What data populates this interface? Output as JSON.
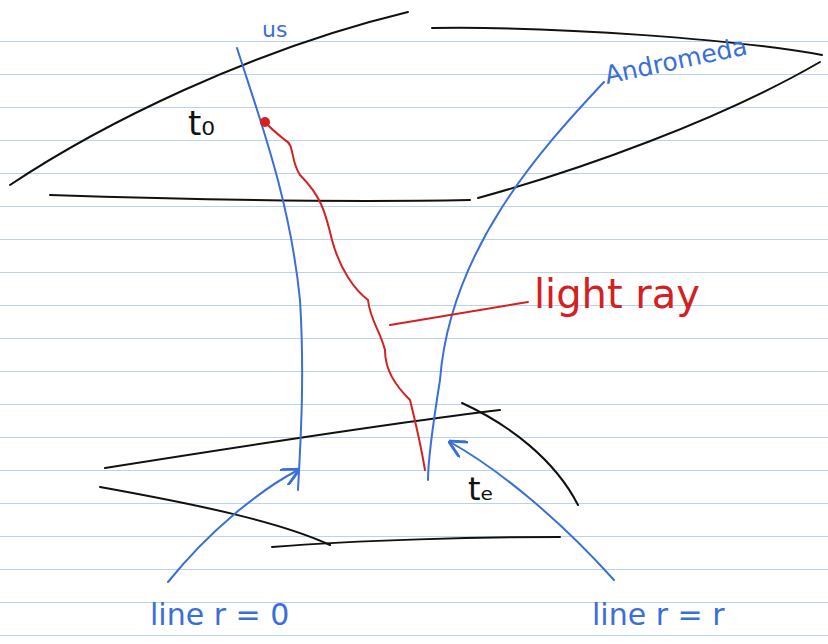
{
  "diagram": {
    "labels": [
      "us",
      "t₀",
      "Andromeda",
      "light ray",
      "tₑ",
      "line r = 0",
      "line r = r"
    ]
  }
}
